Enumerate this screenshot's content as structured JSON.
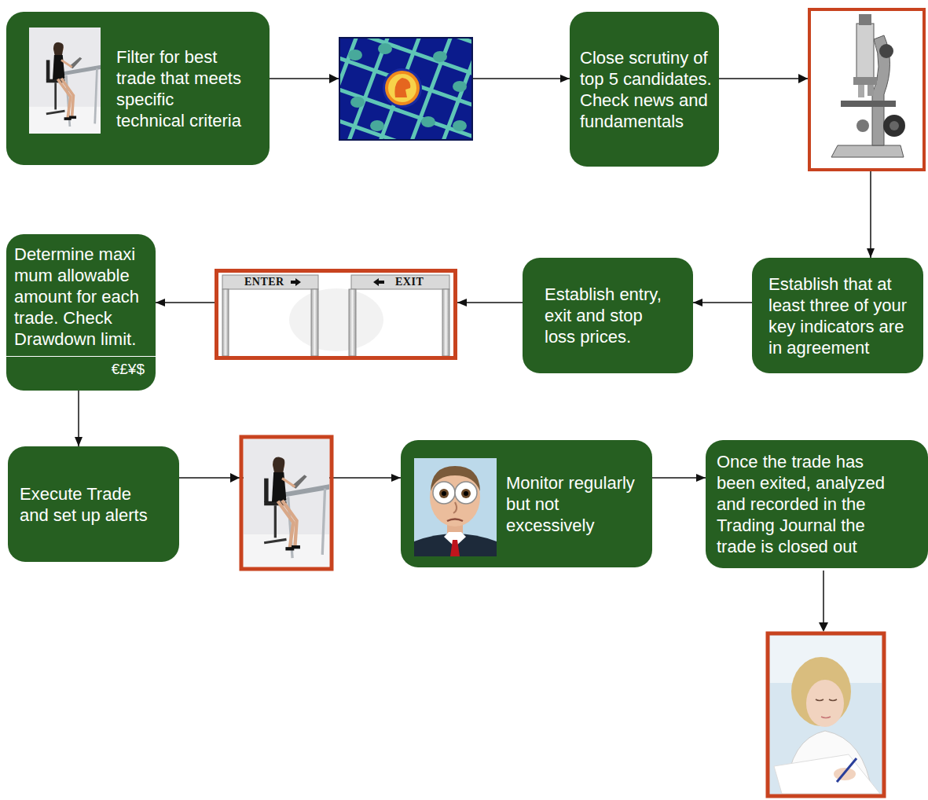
{
  "diagram": {
    "nodes": [
      {
        "text": [
          "Filter for best trade that meets specific technical criteria"
        ]
      },
      {
        "text": [
          "Close scrutiny of top 5 candidates. Check news and fundamentals"
        ]
      },
      {
        "text": [
          "Establish that at least three of your key indicators are in agreement"
        ]
      },
      {
        "text": [
          "Establish entry, exit and stop loss prices."
        ]
      },
      {
        "text": [
          "ENTER",
          "EXIT"
        ]
      },
      {
        "text": [
          "Determine maxi mum allowable amount for each trade. Check Drawdown limit.",
          "€£¥$"
        ]
      },
      {
        "text": [
          "Execute Trade and set up alerts"
        ]
      },
      {
        "text": [
          "Monitor regularly but not excessively"
        ]
      },
      {
        "text": [
          "Once the trade has been exited, analyzed and recorded in the Trading Journal the trade is closed out"
        ]
      }
    ],
    "edges": [
      {
        "from": 0,
        "to": 1,
        "arrow": "to"
      },
      {
        "from": 1,
        "to": 2,
        "arrow": "to"
      },
      {
        "from": 2,
        "to": 3,
        "arrow": "to"
      },
      {
        "from": 3,
        "to": 4,
        "arrow": "to"
      },
      {
        "from": 4,
        "to": 5,
        "arrow": "to"
      },
      {
        "from": 5,
        "to": 6,
        "arrow": "to"
      },
      {
        "from": 6,
        "to": 7,
        "arrow": "to"
      },
      {
        "from": 7,
        "to": 8,
        "arrow": "to"
      }
    ]
  }
}
